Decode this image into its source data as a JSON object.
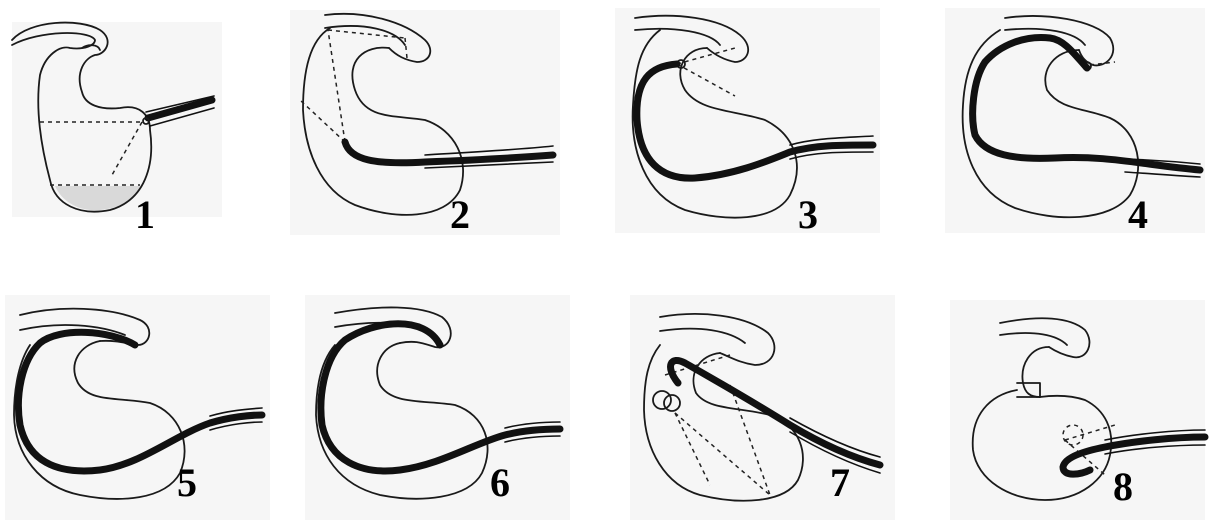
{
  "panels": [
    {
      "label": "1"
    },
    {
      "label": "2"
    },
    {
      "label": "3"
    },
    {
      "label": "4"
    },
    {
      "label": "5"
    },
    {
      "label": "6"
    },
    {
      "label": "7"
    },
    {
      "label": "8"
    }
  ],
  "colors": {
    "ink": "#111111",
    "background": "#ffffff"
  }
}
